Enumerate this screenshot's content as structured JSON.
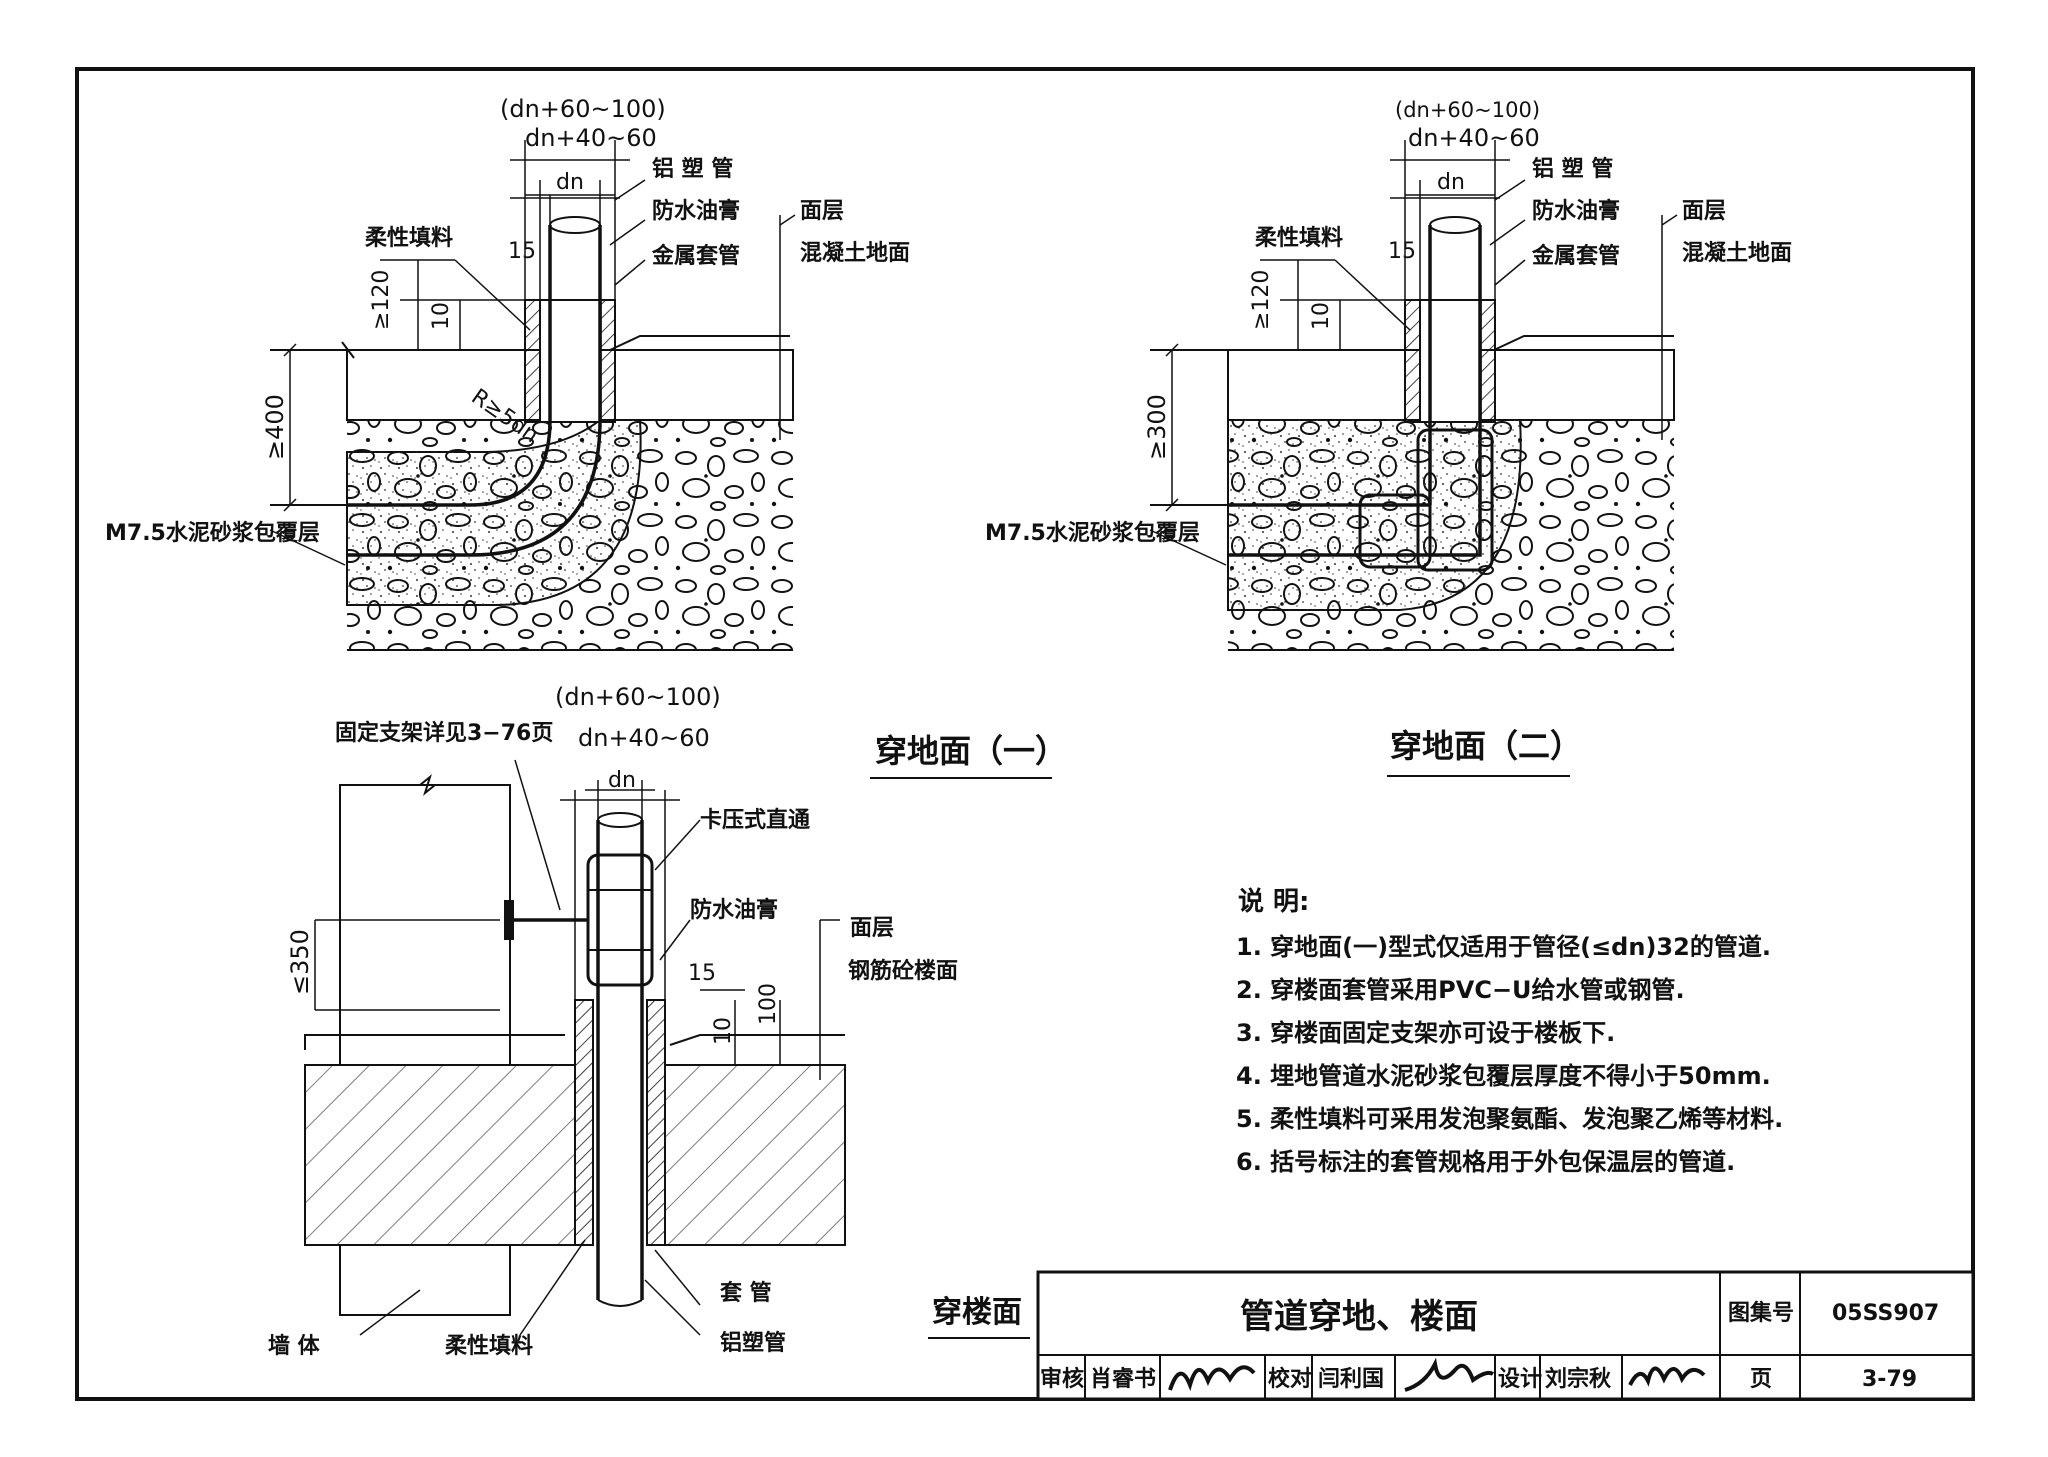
{
  "detail1": {
    "title": "穿地面（一）",
    "dim_outer": "(dn+60~100)",
    "dim_inner": "dn+40~60",
    "dim_dn": "dn",
    "dim_15": "15",
    "dim_120": "≥120",
    "dim_10": "10",
    "dim_400": "≥400",
    "dim_radius": "R≥5dn",
    "label_alu_pipe": "铝 塑 管",
    "label_waterproof": "防水油膏",
    "label_metal_sleeve": "金属套管",
    "label_surface": "面层",
    "label_concrete_floor": "混凝土地面",
    "label_flexible_filler": "柔性填料",
    "label_mortar": "M7.5水泥砂浆包覆层"
  },
  "detail2": {
    "title": "穿地面（二）",
    "dim_outer": "(dn+60~100)",
    "dim_inner": "dn+40~60",
    "dim_dn": "dn",
    "dim_15": "15",
    "dim_120": "≥120",
    "dim_10": "10",
    "dim_300": "≥300",
    "label_alu_pipe": "铝 塑 管",
    "label_waterproof": "防水油膏",
    "label_metal_sleeve": "金属套管",
    "label_surface": "面层",
    "label_concrete_floor": "混凝土地面",
    "label_flexible_filler": "柔性填料",
    "label_mortar": "M7.5水泥砂浆包覆层"
  },
  "detail3": {
    "title": "穿楼面",
    "dim_outer": "(dn+60~100)",
    "dim_inner": "dn+40~60",
    "dim_dn": "dn",
    "dim_350": "≤350",
    "dim_15": "15",
    "dim_10": "10",
    "dim_100": "100",
    "label_bracket": "固定支架详见3−76页",
    "label_press_coupling": "卡压式直通",
    "label_waterproof": "防水油膏",
    "label_surface": "面层",
    "label_rc_floor": "钢筋砼楼面",
    "label_sleeve": "套 管",
    "label_alu_pipe": "铝塑管",
    "label_wall": "墙 体",
    "label_flexible_filler": "柔性填料"
  },
  "notes": {
    "heading": "说 明:",
    "items": [
      "1. 穿地面(一)型式仅适用于管径(≤dn)32的管道.",
      "2. 穿楼面套管采用PVC−U给水管或钢管.",
      "3. 穿楼面固定支架亦可设于楼板下.",
      "4. 埋地管道水泥砂浆包覆层厚度不得小于50mm.",
      "5. 柔性填料可采用发泡聚氨酯、发泡聚乙烯等材料.",
      "6. 括号标注的套管规格用于外包保温层的管道."
    ]
  },
  "titleblock": {
    "drawing_title": "管道穿地、楼面",
    "atlas_label": "图集号",
    "atlas_no": "05SS907",
    "page_label": "页",
    "page_no": "3-79",
    "review_label": "审核",
    "reviewer": "肖睿书",
    "check_label": "校对",
    "checker": "闫利国",
    "design_label": "设计",
    "designer": "刘宗秋"
  }
}
